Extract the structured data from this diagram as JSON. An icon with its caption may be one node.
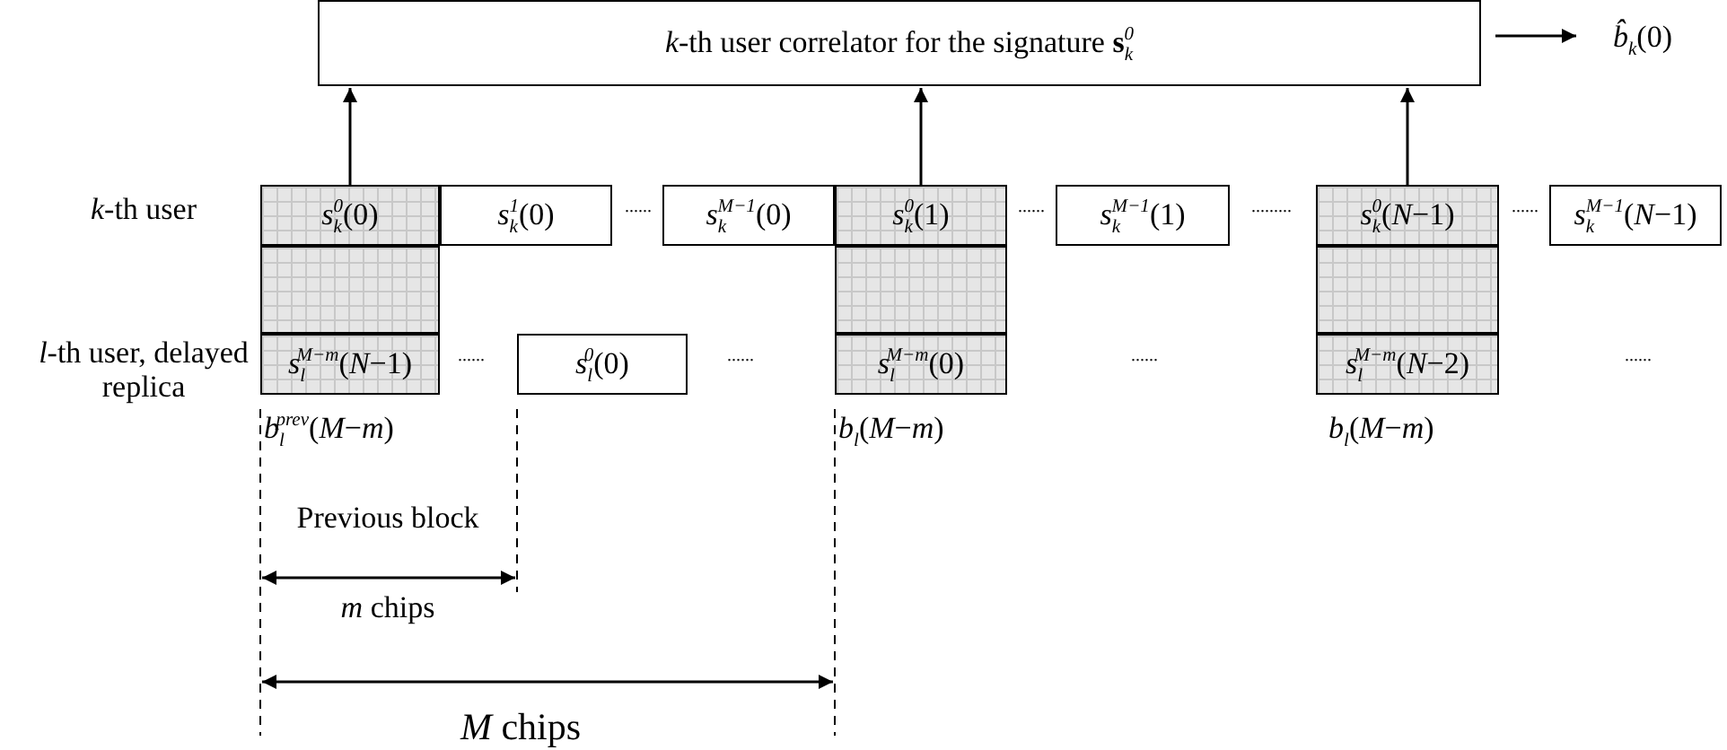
{
  "diagram": {
    "nodes": [
      {
        "text": [
          "*k*-th user correlator for the signature **s**$_{k}$$^{0}$"
        ]
      },
      {
        "text": [
          "*b̂*$_{k}$(0)"
        ]
      },
      {
        "text": [
          "*s*$_{k}$$^{0}$(0)"
        ]
      },
      {
        "text": [
          "*s*$_{k}$$^{1}$(0)"
        ]
      },
      {
        "text": [
          "*s*$_{k}$$^{M−1}$(0)"
        ]
      },
      {
        "text": [
          "*s*$_{k}$$^{0}$(1)"
        ]
      },
      {
        "text": [
          "*s*$_{k}$$^{M−1}$(1)"
        ]
      },
      {
        "text": [
          "*s*$_{k}$$^{0}$(*N*−1)"
        ]
      },
      {
        "text": [
          "*s*$_{k}$$^{M−1}$(*N*−1)"
        ]
      },
      {
        "text": [
          "*s*$_{l}$$^{M−m}$(*N*−1)"
        ]
      },
      {
        "text": [
          "*s*$_{l}$$^{0}$(0)"
        ]
      },
      {
        "text": [
          "*s*$_{l}$$^{M−m}$(0)"
        ]
      },
      {
        "text": [
          "*s*$_{l}$$^{M−m}$(*N*−2)"
        ]
      },
      {
        "text": [],
        "shape": "box"
      },
      {
        "text": [],
        "shape": "box"
      },
      {
        "text": [],
        "shape": "box"
      }
    ],
    "edges": [
      {
        "from": 0,
        "to": 1,
        "arrow": "to"
      },
      {
        "from": 2,
        "to": 0,
        "arrow": "to"
      },
      {
        "from": 5,
        "to": 0,
        "arrow": "to"
      },
      {
        "from": 7,
        "to": 0,
        "arrow": "to"
      }
    ],
    "labels": [
      "*k*-th user",
      "......",
      "......",
      ".........",
      "......",
      "*l*-th user, delayed replica",
      "......",
      "......",
      "......",
      "......",
      "*b*$_{l}$$^{prev}$(*M*−*m*)",
      "*b*$_{l}$(*M*−*m*)",
      "*b*$_{l}$(*M*−*m*)",
      "Previous block",
      "*m* chips",
      "*M* chips"
    ]
  }
}
